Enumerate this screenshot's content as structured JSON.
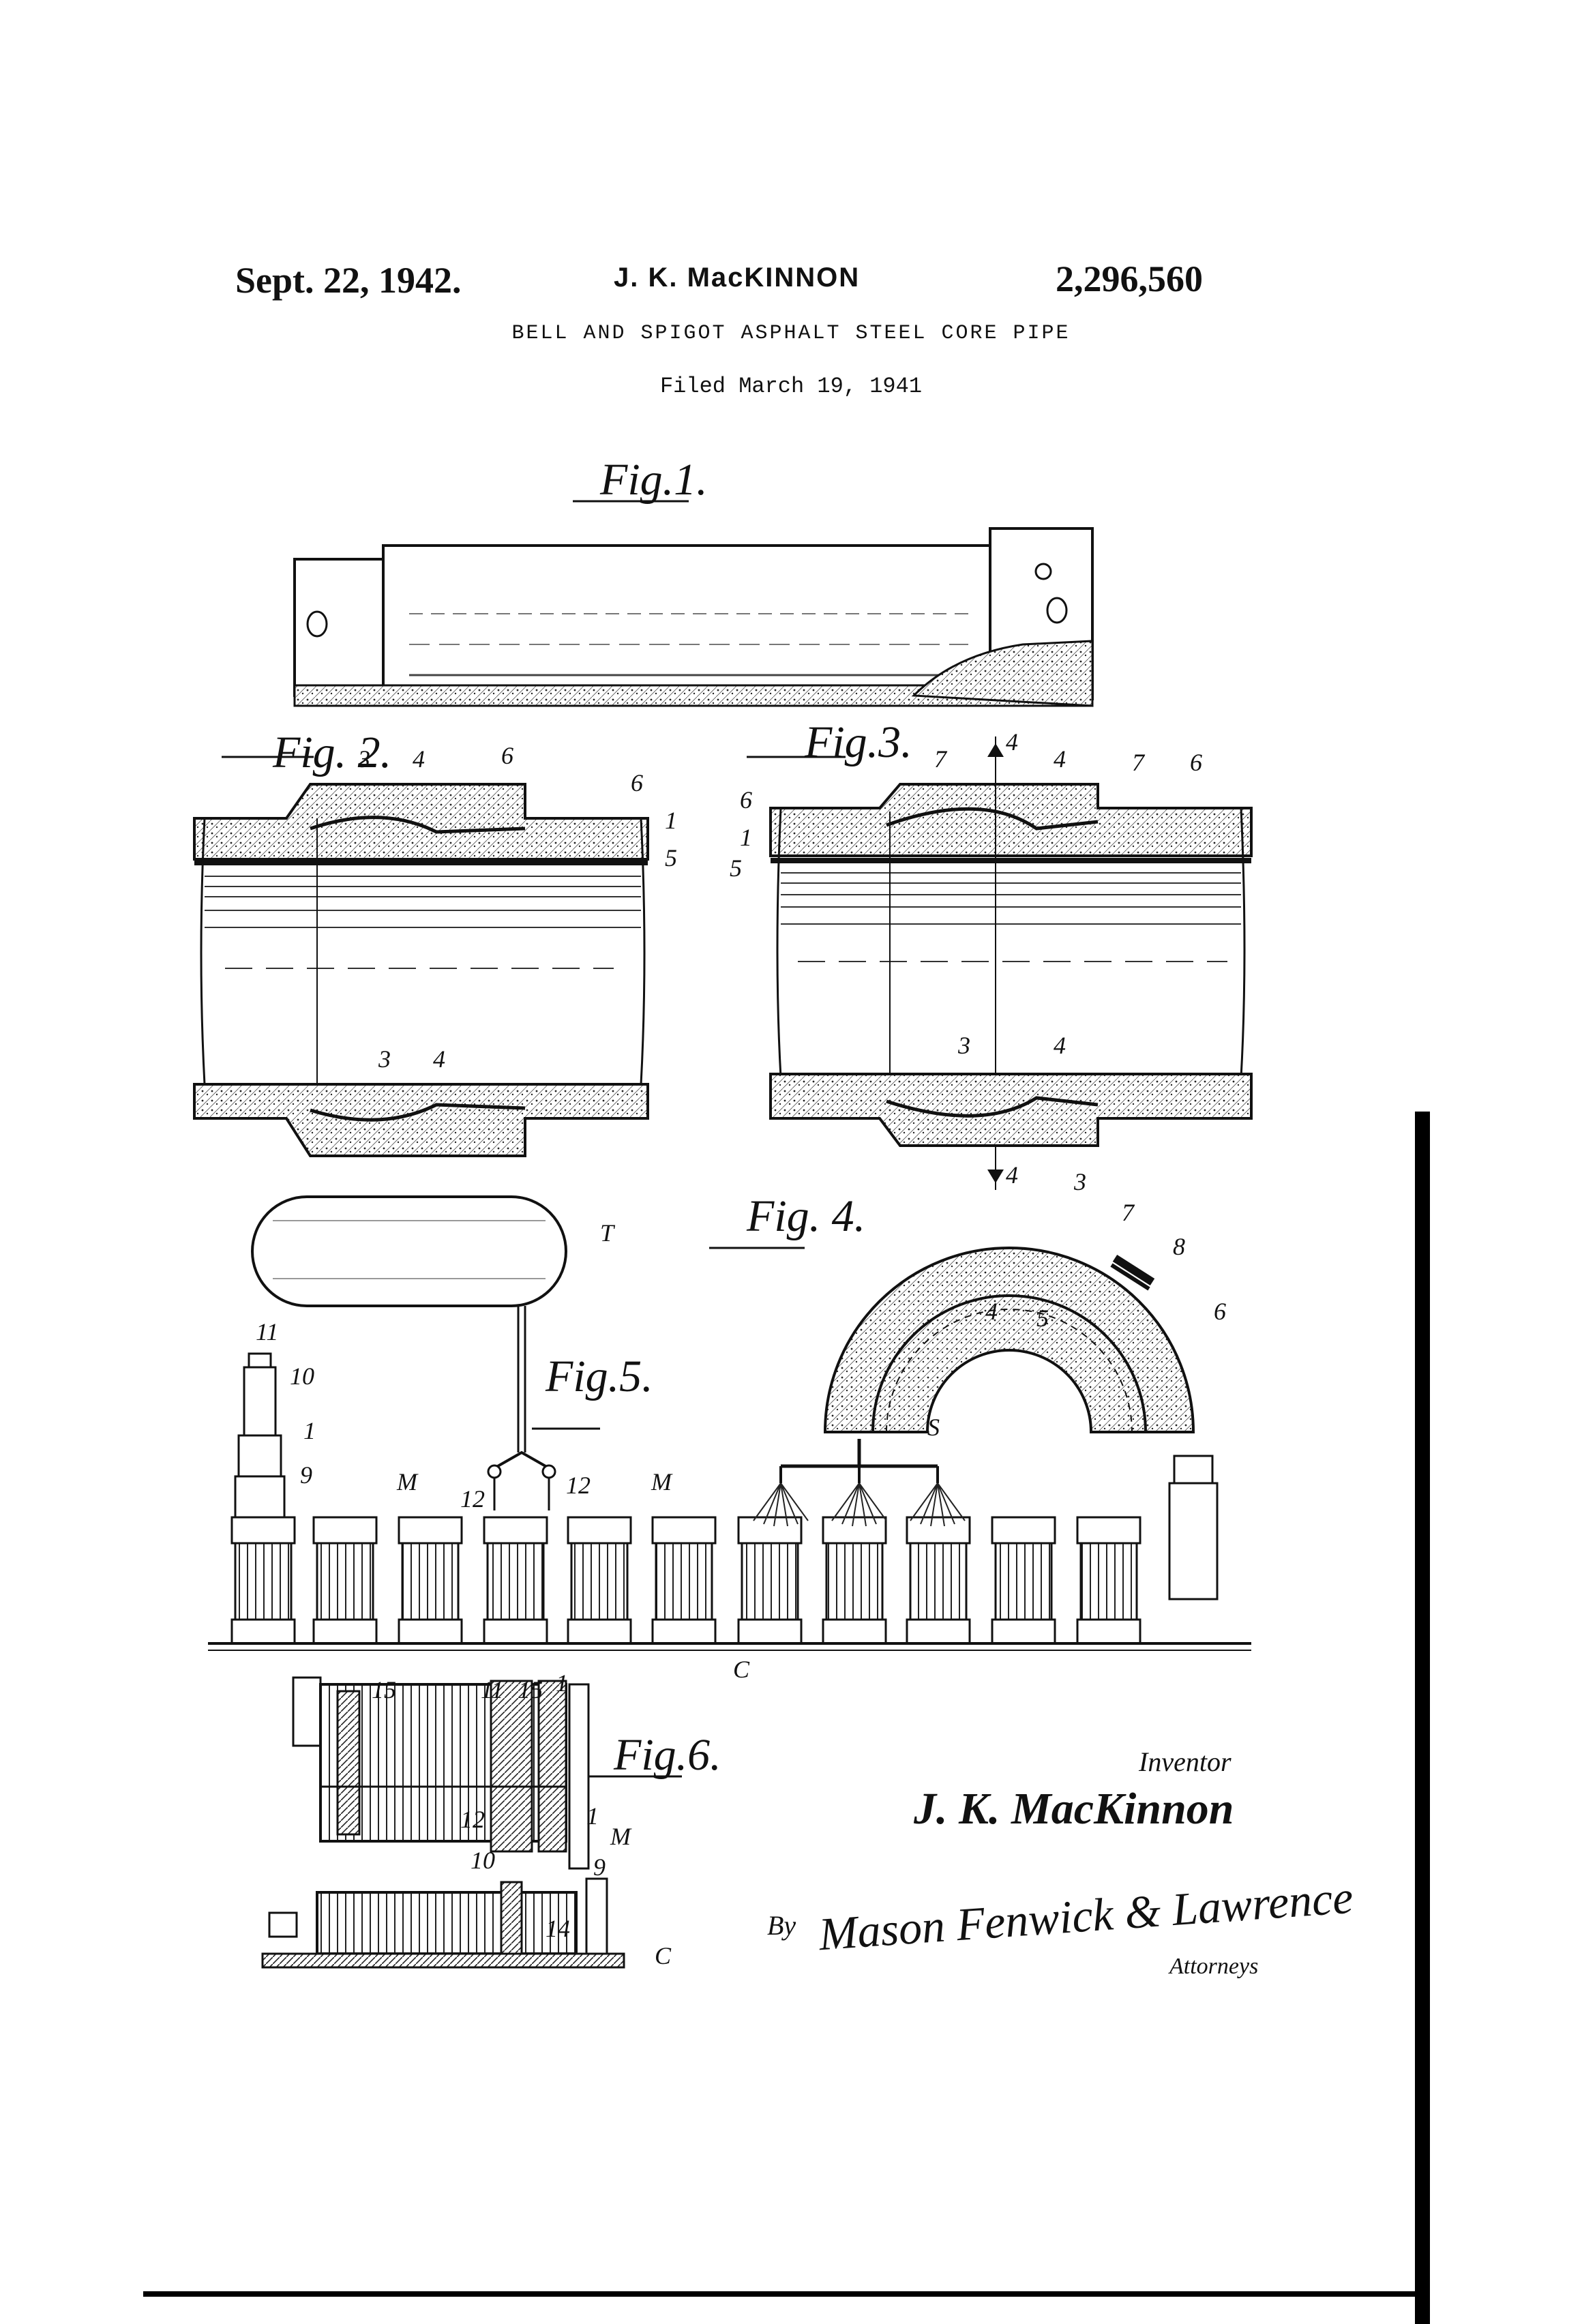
{
  "header": {
    "date": "Sept. 22, 1942.",
    "inventor": "J. K. MacKINNON",
    "patent_number": "2,296,560",
    "title": "BELL AND SPIGOT ASPHALT STEEL CORE PIPE",
    "filed": "Filed March 19, 1941"
  },
  "figures": {
    "fig1": "Fig.1.",
    "fig2": "Fig. 2.",
    "fig3": "Fig.3.",
    "fig4": "Fig. 4.",
    "fig5": "Fig.5.",
    "fig6": "Fig.6."
  },
  "reference_numerals": {
    "r1": "1",
    "r3": "3",
    "r4": "4",
    "r5": "5",
    "r6": "6",
    "r7": "7",
    "r8": "8",
    "r9": "9",
    "r10": "10",
    "r11": "11",
    "r12": "12",
    "r14": "14",
    "r15": "15",
    "rT": "T",
    "rM": "M",
    "rS": "S",
    "rC": "C",
    "section": "4"
  },
  "signature": {
    "inventor_label": "Inventor",
    "inventor_signature": "J. K. MacKinnon",
    "by_label": "By",
    "attorney_signature": "Mason Fenwick & Lawrence",
    "attorneys_label": "Attorneys"
  }
}
